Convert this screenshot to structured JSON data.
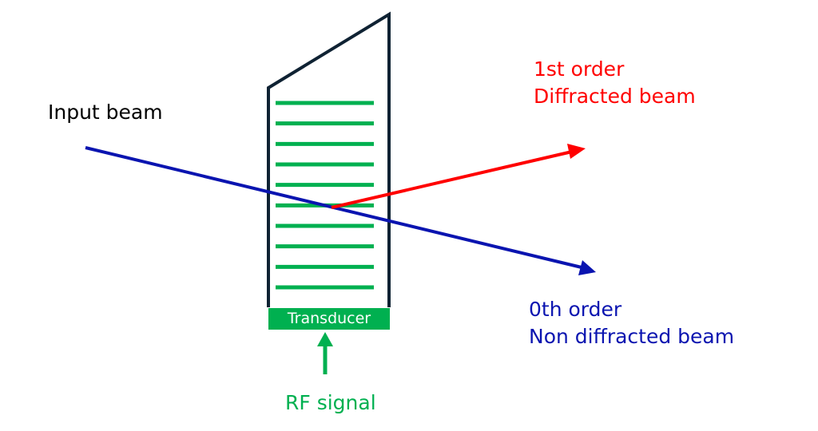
{
  "diagram": {
    "title": "Acousto-optic modulator diffraction",
    "labels": {
      "input_beam": "Input beam",
      "first_order_line1": "1st order",
      "first_order_line2": "Diffracted beam",
      "zeroth_order_line1": "0th order",
      "zeroth_order_line2": "Non diffracted beam",
      "transducer": "Transducer",
      "rf_signal": "RF signal"
    },
    "acoustic_wavefront_count": 10,
    "colors": {
      "crystal_outline": "#0f2233",
      "acoustic_wave": "#00b050",
      "input_beam": "#0a14b0",
      "first_order": "#ff0000",
      "transducer": "#00b050",
      "rf_signal": "#00b050",
      "label_default": "#000000"
    }
  }
}
